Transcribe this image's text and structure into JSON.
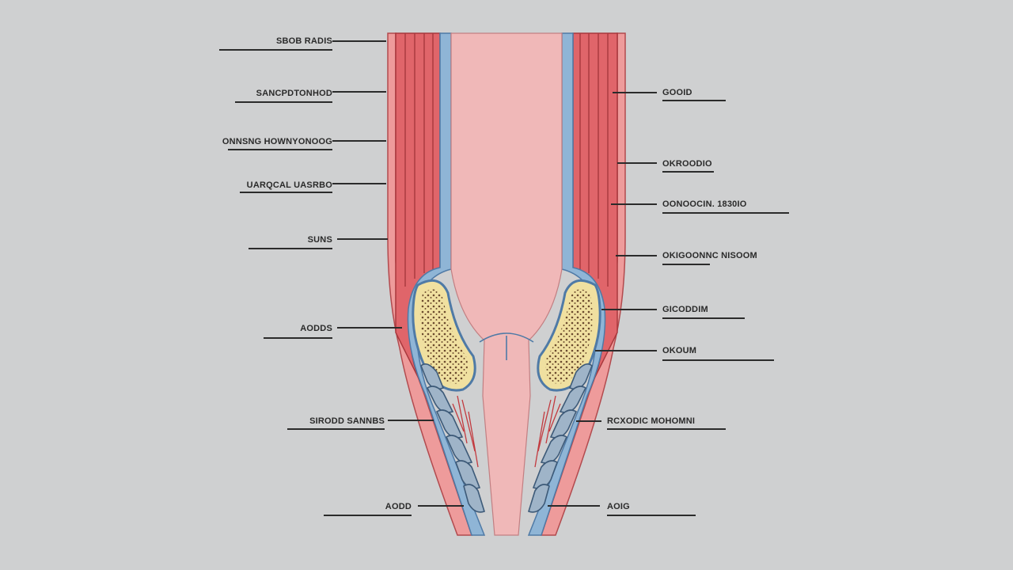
{
  "labels": {
    "left": [
      {
        "id": "l1",
        "text": "SBOB RADIS"
      },
      {
        "id": "l2",
        "text": "SANCPDTONHOD"
      },
      {
        "id": "l3",
        "text": "ONNSNG HOWNYONOOG"
      },
      {
        "id": "l4",
        "text": "UARQCAL UASRBO"
      },
      {
        "id": "l5",
        "text": "SUNS"
      },
      {
        "id": "l6",
        "text": "AODDS"
      },
      {
        "id": "l7",
        "text": "SIRODD SANNBS"
      },
      {
        "id": "l8",
        "text": "AODD"
      }
    ],
    "right": [
      {
        "id": "r1",
        "text": "GOOID"
      },
      {
        "id": "r2",
        "text": "OKROODIO"
      },
      {
        "id": "r3",
        "text": "OONOOCIN. 1830IO"
      },
      {
        "id": "r4",
        "text": "OKIGOONNC NISOOM"
      },
      {
        "id": "r5",
        "text": "GICODDIM"
      },
      {
        "id": "r6",
        "text": "OKOUM"
      },
      {
        "id": "r7",
        "text": "RCXODIC MOHOMNI"
      },
      {
        "id": "r8",
        "text": "AOIG"
      }
    ]
  },
  "colors": {
    "background": "#cfd0d1",
    "muscle": "#e0656a",
    "outer_wall": "#ee9b9b",
    "lumen": "#f0b8b8",
    "membrane": "#8fb5d6",
    "bone": "#f0e0a0",
    "bone_dots": "#6b4a2e",
    "cartilage": "#9fb4c8",
    "leader_line": "#2b2b2b"
  }
}
